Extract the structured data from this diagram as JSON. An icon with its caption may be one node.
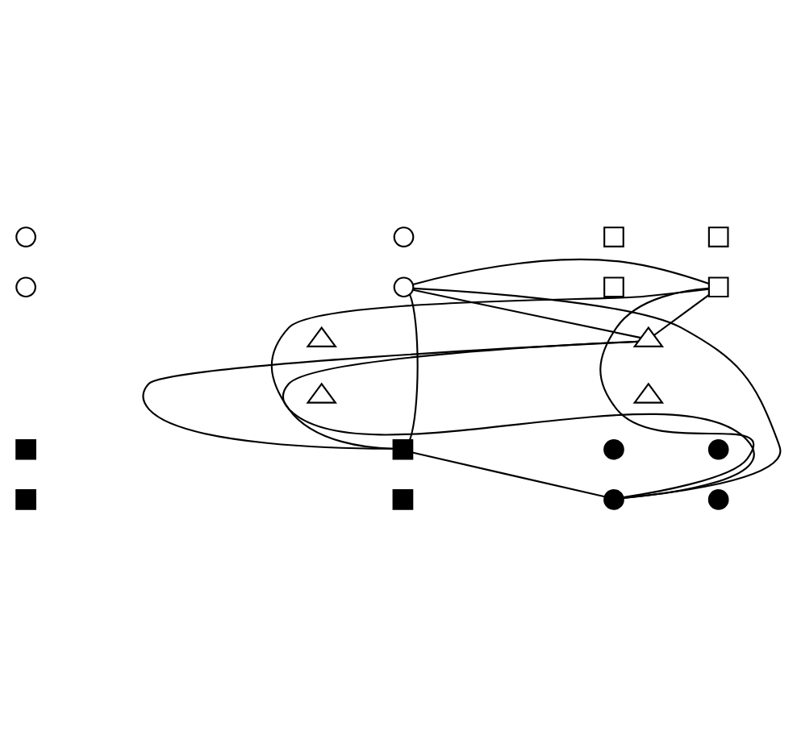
{
  "diagram": {
    "nodes": [
      {
        "text": [],
        "shape": "circle"
      },
      {
        "text": [],
        "shape": "circle"
      },
      {
        "text": [],
        "shape": "box"
      },
      {
        "text": [],
        "shape": "box"
      },
      {
        "text": [],
        "shape": "circle"
      },
      {
        "text": [],
        "shape": "circle"
      },
      {
        "text": [],
        "shape": "box"
      },
      {
        "text": [],
        "shape": "box"
      },
      {
        "text": [],
        "shape": "triangle"
      },
      {
        "text": [],
        "shape": "triangle"
      },
      {
        "text": [],
        "shape": "triangle"
      },
      {
        "text": [],
        "shape": "triangle"
      },
      {
        "text": [],
        "shape": "box"
      },
      {
        "text": [],
        "shape": "box"
      },
      {
        "text": [],
        "shape": "circle"
      },
      {
        "text": [],
        "shape": "circle"
      },
      {
        "text": [],
        "shape": "box"
      },
      {
        "text": [],
        "shape": "box"
      },
      {
        "text": [],
        "shape": "circle"
      },
      {
        "text": [],
        "shape": "circle"
      }
    ],
    "edges": [
      {
        "from": 5,
        "to": 7,
        "arrow": "none"
      },
      {
        "from": 5,
        "to": 13,
        "arrow": "none"
      },
      {
        "from": 5,
        "to": 9,
        "arrow": "none"
      },
      {
        "from": 5,
        "to": 18,
        "arrow": "none"
      },
      {
        "from": 7,
        "to": 9,
        "arrow": "none"
      },
      {
        "from": 7,
        "to": 13,
        "arrow": "none"
      },
      {
        "from": 7,
        "to": 18,
        "arrow": "none"
      },
      {
        "from": 9,
        "to": 13,
        "arrow": "none"
      },
      {
        "from": 9,
        "to": 18,
        "arrow": "none"
      },
      {
        "from": 13,
        "to": 18,
        "arrow": "none"
      }
    ]
  }
}
